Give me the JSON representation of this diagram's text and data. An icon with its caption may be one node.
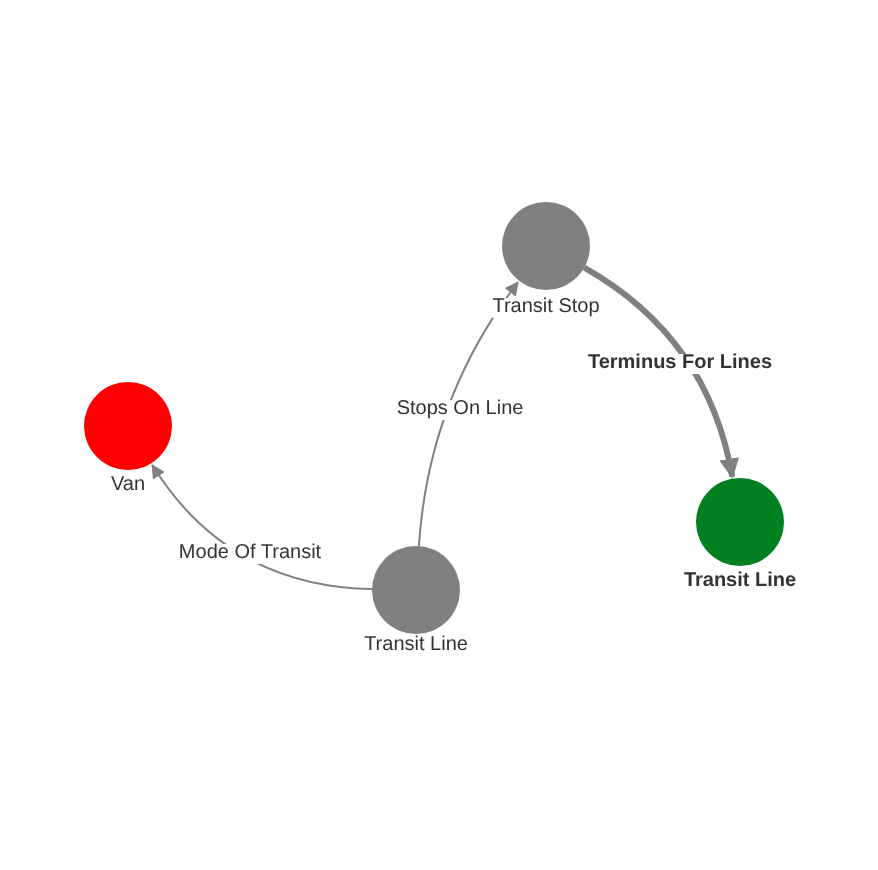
{
  "diagram": {
    "nodes": [
      {
        "text": [
          "Transit Stop"
        ]
      },
      {
        "text": [
          "Transit Line"
        ]
      },
      {
        "text": [
          "Van"
        ]
      },
      {
        "text": [
          "Transit Line"
        ]
      }
    ],
    "edges": [
      {
        "from": 3,
        "to": 0,
        "arrow": "to",
        "label": "Stops On Line"
      },
      {
        "from": 0,
        "to": 1,
        "arrow": "to",
        "label": "Terminus For Lines",
        "style": "thick"
      },
      {
        "from": 3,
        "to": 2,
        "arrow": "to",
        "label": "Mode Of Transit"
      }
    ]
  }
}
